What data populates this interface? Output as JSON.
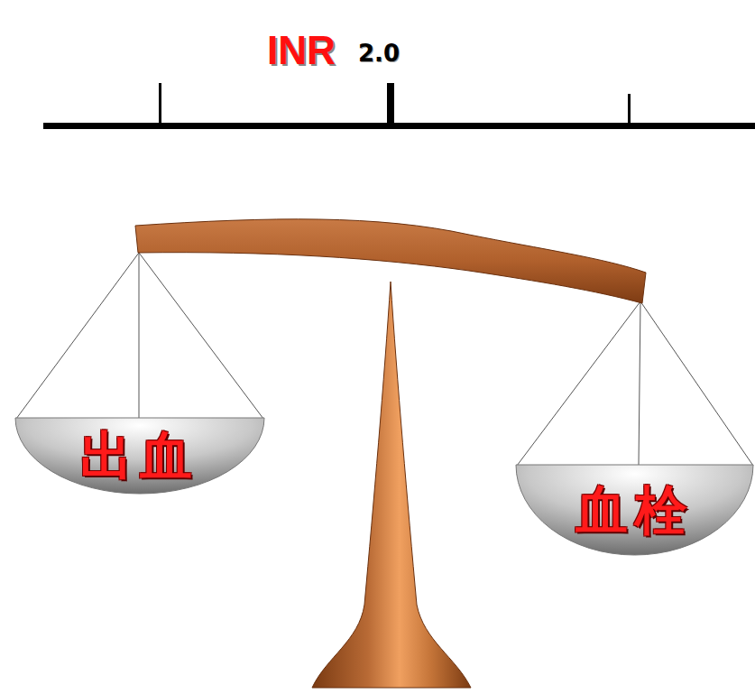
{
  "diagram": {
    "nodes": [
      {
        "text": [
          "出血"
        ]
      },
      {
        "text": [
          "血栓"
        ]
      }
    ],
    "labels": [
      "INR",
      "2.0"
    ]
  }
}
